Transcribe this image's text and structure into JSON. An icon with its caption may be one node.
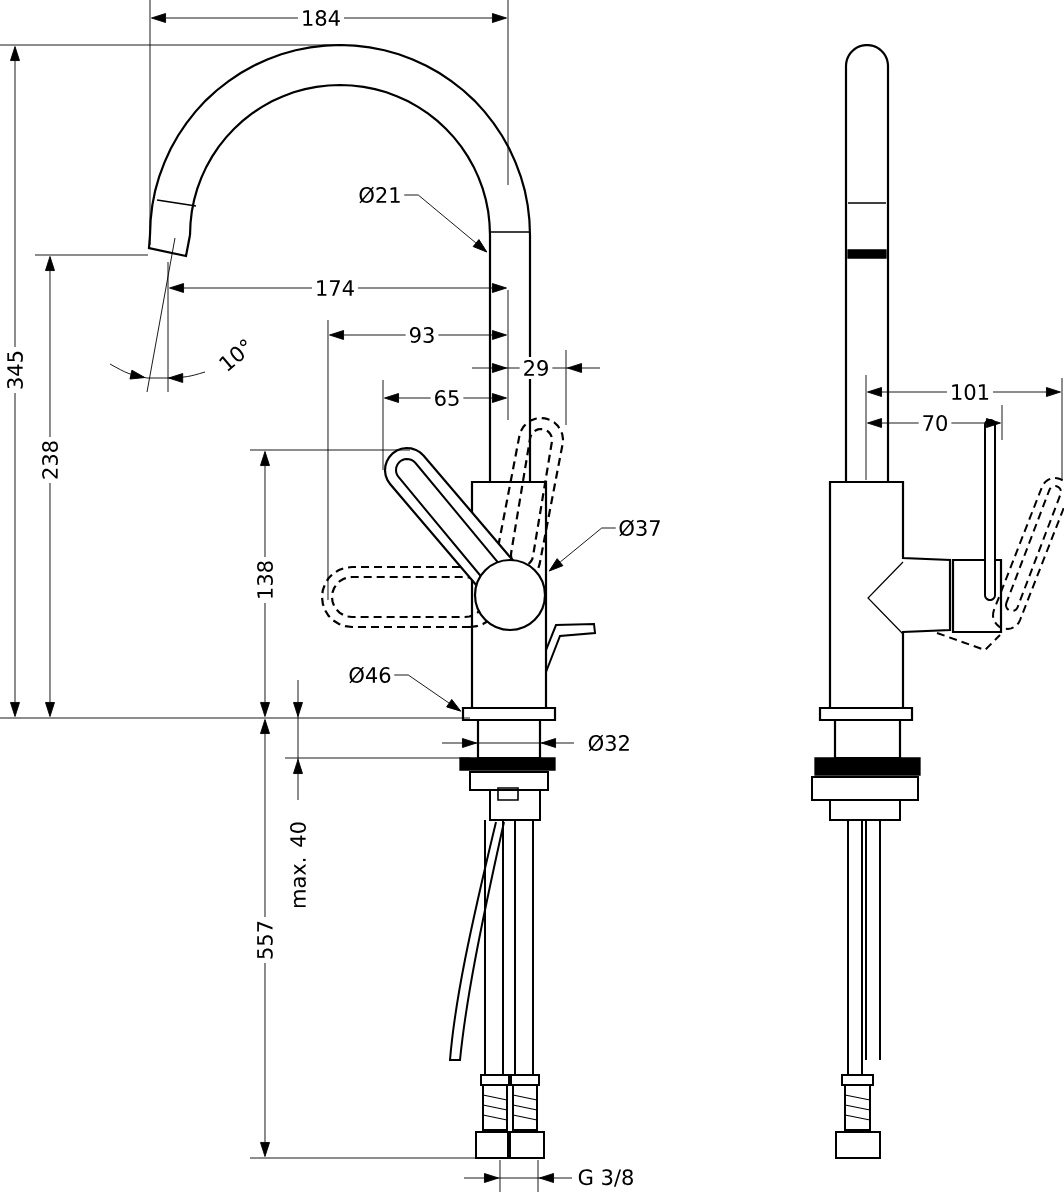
{
  "diagram": {
    "nodes": [
      {
        "text": [
          "Ø21"
        ]
      },
      {
        "text": [
          "Ø37"
        ]
      },
      {
        "text": [
          "Ø46"
        ]
      }
    ],
    "edges": [
      {
        "from": 0,
        "to": null,
        "arrow": "to"
      },
      {
        "from": 1,
        "to": null,
        "arrow": "to"
      },
      {
        "from": 2,
        "to": null,
        "arrow": "to"
      }
    ],
    "labels": [
      "184",
      "174",
      "93",
      "29",
      "101",
      "65",
      "70",
      "10°",
      "345",
      "238",
      "138",
      "Ø32",
      "max. 40",
      "557",
      "G 3/8"
    ]
  }
}
